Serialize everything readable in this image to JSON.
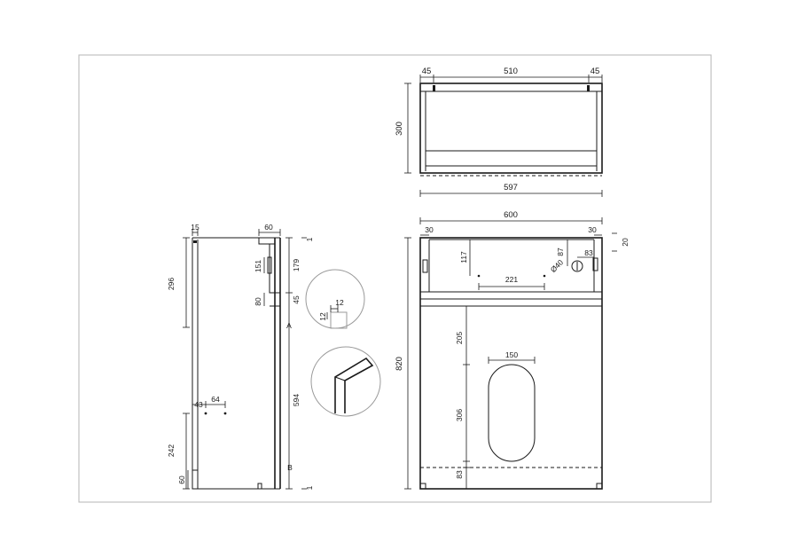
{
  "top_view": {
    "dim_left": "45",
    "dim_middle": "510",
    "dim_right": "45",
    "dim_depth": "300",
    "dim_bottom": "597"
  },
  "side_view": {
    "dim_top_left": "15",
    "dim_top_right": "60",
    "dim_296": "296",
    "dim_151": "151",
    "dim_179": "179",
    "dim_80": "80",
    "dim_45": "45",
    "dim_594": "594",
    "dim_64": "64",
    "dim_43": "43",
    "dim_242": "242",
    "dim_60_bottom": "60",
    "marker_top": "1",
    "marker_bottom": "1",
    "label_a": "A",
    "label_b": "B"
  },
  "detail": {
    "dim_12_horizontal": "12",
    "dim_12_vertical": "12"
  },
  "front_view": {
    "dim_width": "600",
    "dim_20": "20",
    "dim_30_left": "30",
    "dim_30_right": "30",
    "dim_117": "117",
    "dim_87": "87",
    "dim_83_top": "83",
    "hole_diameter": "Ø40",
    "dim_221": "221",
    "dim_820": "820",
    "dim_150": "150",
    "dim_205": "205",
    "dim_306": "306",
    "dim_83_bottom": "83"
  }
}
